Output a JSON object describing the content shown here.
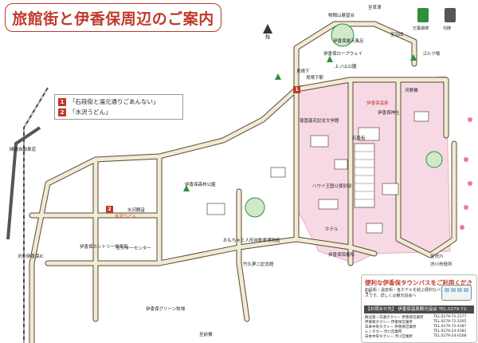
{
  "title": "旅館街と伊香保周辺のご案内",
  "legend": [
    {
      "num": "1",
      "text": "「石段街と湯元通りごあんない」"
    },
    {
      "num": "2",
      "text": "「水沢うどん」"
    }
  ],
  "north_label": "N",
  "icon_legend": {
    "icon1": "万葉歌碑",
    "icon2": "句碑"
  },
  "labels": {
    "l1": "至草津",
    "l2": "至沼田",
    "l3": "物聞山展望台",
    "l4": "伊香保ロープウェイ",
    "l5": "上ノ山公園",
    "l6": "見晴下駅",
    "l7": "ゴルフ場",
    "l8": "伊香保温泉",
    "l9": "石段街",
    "l10": "伊香保神社",
    "l11": "徳冨蘆花記念文学館",
    "l12": "河鹿橋",
    "l13": "至渋川",
    "l14": "水沢観音",
    "l15": "水沢うどん",
    "l16": "伊香保カントリー倶楽部",
    "l17": "伊香保グリーン牧場",
    "l18": "至前橋",
    "l19": "関越自動車道",
    "l20": "渋川伊香保IC",
    "l21": "伊香保森林公園",
    "l22": "ビジターセンター",
    "l23": "おもちゃと人形自動車博物館",
    "l24": "ハワイ王国公使別邸",
    "l25": "竹久夢二記念館",
    "l26": "伊香保保養所",
    "l27": "見晴下",
    "l28": "伊香保露天風呂",
    "l29": "ホテル",
    "l30": "渋川市役所"
  },
  "bus_card": {
    "heading": "便利な伊香保タウンバスをご利用ください",
    "desc": "石段街・温泉街・各ホテルを結ぶ便利なバスです。詳しくは観光協会へ",
    "contact": "【お問合せ先】 伊香保温泉観光協会 TEL.0279-72-3151",
    "taxi": [
      {
        "name": "群北第一交通タクシー 伊香保営業所",
        "tel": "TEL.0279-72-2177"
      },
      {
        "name": "伊香保タクシー 伊香保営業所",
        "tel": "TEL.0279-72-2205"
      },
      {
        "name": "日本中央タクシー 伊香保営業所",
        "tel": "TEL.0279-72-4187"
      },
      {
        "name": "レンタカー 渋川営業所",
        "tel": "TEL.0279-23-4181"
      },
      {
        "name": "日本中央タクシー 渋川営業所",
        "tel": "TEL.0279-24-0108"
      }
    ]
  },
  "colors": {
    "accent": "#c0392b",
    "road_fill": "#f1ead8",
    "road_stroke": "#5b4a2a",
    "onsen_zone": "#f7d9e6",
    "green": "#2f8f3a",
    "rail": "#444444"
  }
}
